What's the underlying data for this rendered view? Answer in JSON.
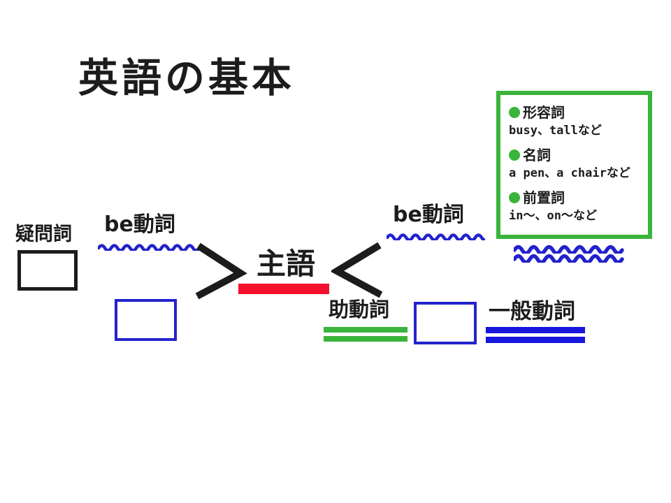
{
  "title": "英語の基本",
  "colors": {
    "ink": "#1c1c1c",
    "green": "#3ab43a",
    "blue": "#2323cc",
    "bar_blue": "#1717dd",
    "wavy_blue": "#2222cc",
    "red": "#f5102e",
    "bg": "#ffffff"
  },
  "legend": {
    "items": [
      {
        "label": "形容詞",
        "example": "busy、tallなど"
      },
      {
        "label": "名詞",
        "example": "a pen、a chairなど"
      },
      {
        "label": "前置詞",
        "example": "in〜、on〜など"
      }
    ]
  },
  "diagram": {
    "question_word": "疑問詞",
    "be_verb_left": "be動詞",
    "subject": "主語",
    "be_verb_right": "be動詞",
    "auxiliary_verb": "助動詞",
    "general_verb": "一般動詞"
  }
}
